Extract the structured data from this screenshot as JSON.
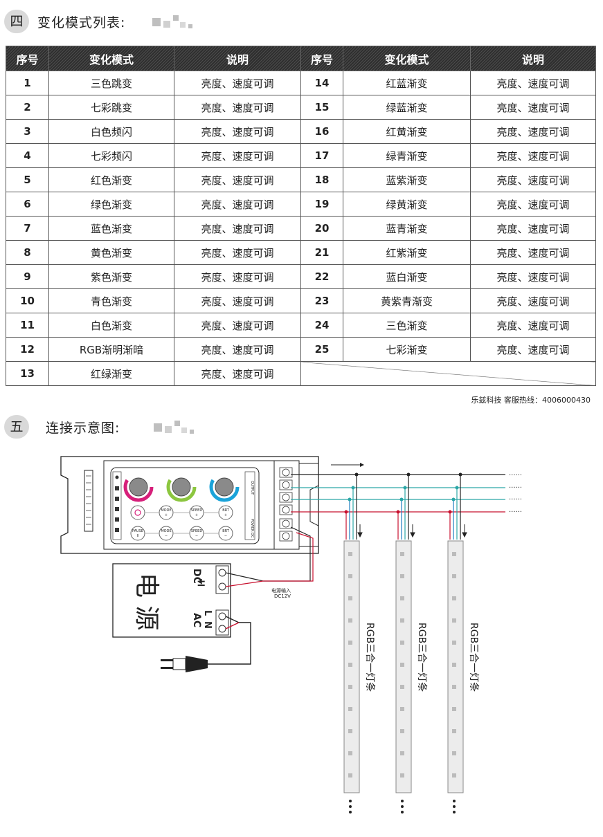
{
  "section4": {
    "num": "四",
    "title": "变化模式列表:"
  },
  "table": {
    "headers": {
      "seq": "序号",
      "mode": "变化模式",
      "note": "说明"
    },
    "left": [
      {
        "no": "1",
        "mode": "三色跳变",
        "note": "亮度、速度可调"
      },
      {
        "no": "2",
        "mode": "七彩跳变",
        "note": "亮度、速度可调"
      },
      {
        "no": "3",
        "mode": "白色频闪",
        "note": "亮度、速度可调"
      },
      {
        "no": "4",
        "mode": "七彩频闪",
        "note": "亮度、速度可调"
      },
      {
        "no": "5",
        "mode": "红色渐变",
        "note": "亮度、速度可调"
      },
      {
        "no": "6",
        "mode": "绿色渐变",
        "note": "亮度、速度可调"
      },
      {
        "no": "7",
        "mode": "蓝色渐变",
        "note": "亮度、速度可调"
      },
      {
        "no": "8",
        "mode": "黄色渐变",
        "note": "亮度、速度可调"
      },
      {
        "no": "9",
        "mode": "紫色渐变",
        "note": "亮度、速度可调"
      },
      {
        "no": "10",
        "mode": "青色渐变",
        "note": "亮度、速度可调"
      },
      {
        "no": "11",
        "mode": "白色渐变",
        "note": "亮度、速度可调"
      },
      {
        "no": "12",
        "mode": "RGB渐明渐暗",
        "note": "亮度、速度可调"
      },
      {
        "no": "13",
        "mode": "红绿渐变",
        "note": "亮度、速度可调"
      }
    ],
    "right": [
      {
        "no": "14",
        "mode": "红蓝渐变",
        "note": "亮度、速度可调"
      },
      {
        "no": "15",
        "mode": "绿蓝渐变",
        "note": "亮度、速度可调"
      },
      {
        "no": "16",
        "mode": "红黄渐变",
        "note": "亮度、速度可调"
      },
      {
        "no": "17",
        "mode": "绿青渐变",
        "note": "亮度、速度可调"
      },
      {
        "no": "18",
        "mode": "蓝紫渐变",
        "note": "亮度、速度可调"
      },
      {
        "no": "19",
        "mode": "绿黄渐变",
        "note": "亮度、速度可调"
      },
      {
        "no": "20",
        "mode": "蓝青渐变",
        "note": "亮度、速度可调"
      },
      {
        "no": "21",
        "mode": "红紫渐变",
        "note": "亮度、速度可调"
      },
      {
        "no": "22",
        "mode": "蓝白渐变",
        "note": "亮度、速度可调"
      },
      {
        "no": "23",
        "mode": "黄紫青渐变",
        "note": "亮度、速度可调"
      },
      {
        "no": "24",
        "mode": "三色渐变",
        "note": "亮度、速度可调"
      },
      {
        "no": "25",
        "mode": "七彩渐变",
        "note": "亮度、速度可调"
      }
    ]
  },
  "hotline": "乐兹科技 客服热线：4006000430",
  "section5": {
    "num": "五",
    "title": "连接示意图:"
  },
  "diagram": {
    "power_label": "电 源",
    "dc_label": "DC",
    "ac_label": "AC",
    "l_label": "L",
    "n_label": "N",
    "input_label_1": "电源输入",
    "input_label_2": "DC12V",
    "strip_label": "RGB三合一灯条",
    "dots": "······",
    "buttons": [
      {
        "label": "MODE",
        "sign": "+"
      },
      {
        "label": "SPEED",
        "sign": "+"
      },
      {
        "label": "BRT",
        "sign": "+"
      },
      {
        "label": "PAUSE",
        "sign": "II"
      },
      {
        "label": "MODE",
        "sign": "−"
      },
      {
        "label": "SPEED",
        "sign": "−"
      },
      {
        "label": "BRT",
        "sign": "−"
      }
    ],
    "output_label": "OUTPUT",
    "power_side_label": "POWER",
    "dc_side_label": "DC",
    "knob_colors": [
      "#d61f7a",
      "#8cc63f",
      "#1aa3d9"
    ],
    "wire_colors": {
      "v_plus": "#222222",
      "g": "#2aa6a6",
      "r": "#c8102e",
      "b": "#1e7fc2"
    }
  }
}
